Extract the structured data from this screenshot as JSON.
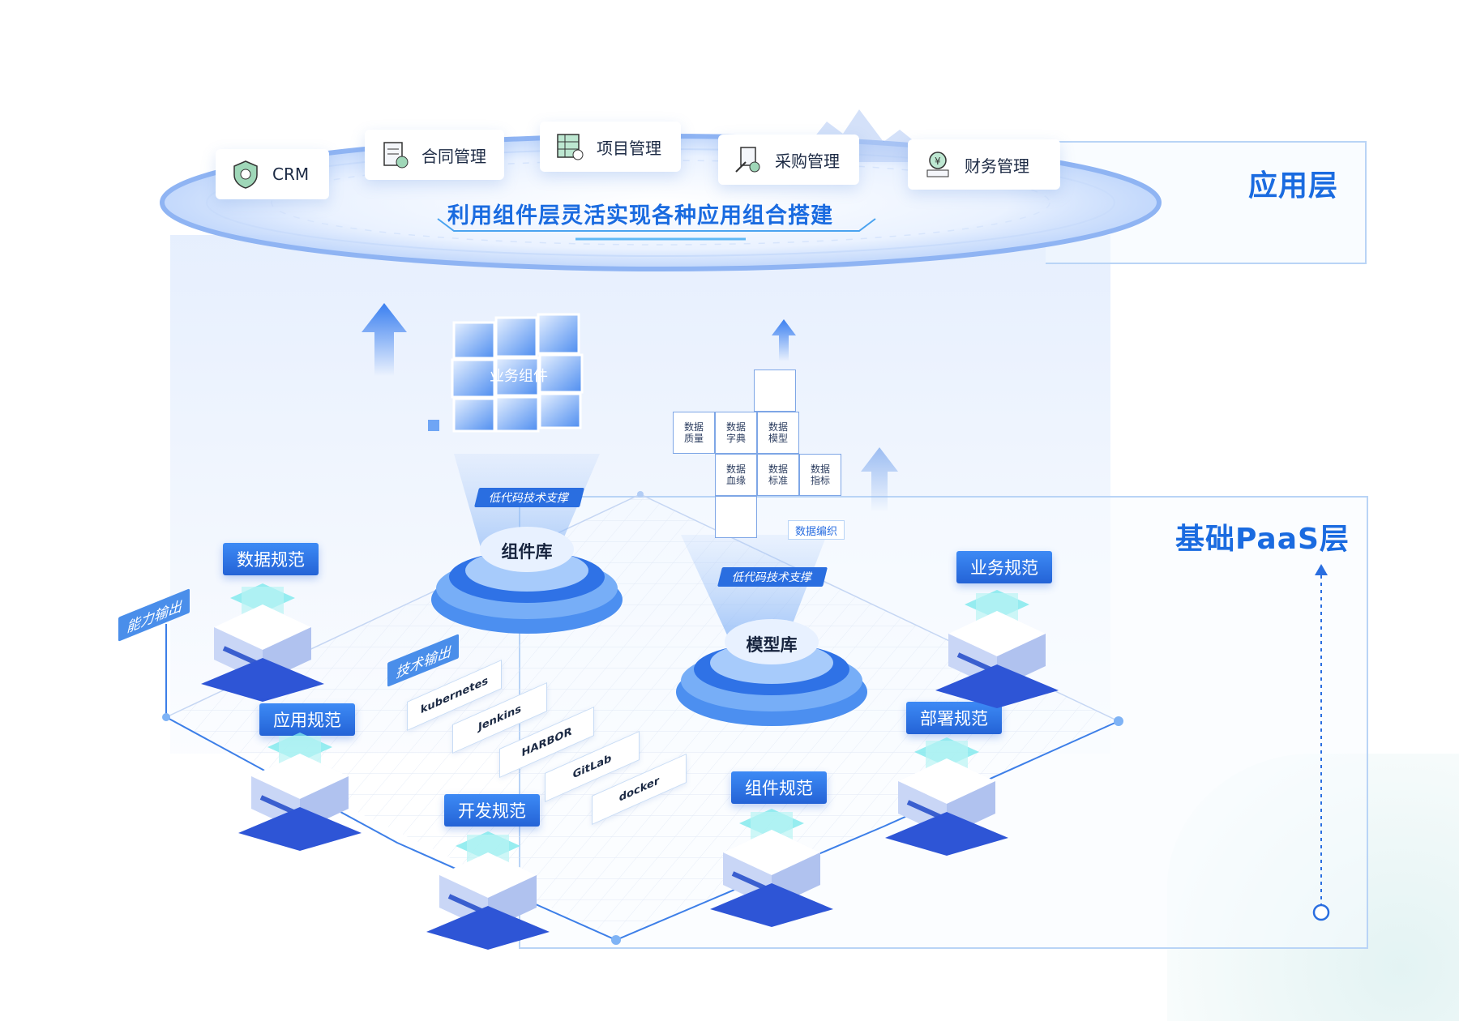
{
  "layers": {
    "app_layer": "应用层",
    "paas_layer": "基础PaaS层"
  },
  "slogan": "利用组件层灵活实现各种应用组合搭建",
  "app_cards": [
    "CRM",
    "合同管理",
    "项目管理",
    "采购管理",
    "财务管理"
  ],
  "business_component": "业务组件",
  "component_library": {
    "label": "组件库",
    "tag": "低代码技术支撑"
  },
  "model_library": {
    "label": "模型库",
    "tag": "低代码技术支撑"
  },
  "data_puzzle": {
    "pieces": [
      "数据质量",
      "数据字典",
      "数据模型",
      "数据血缘",
      "数据标准",
      "数据指标"
    ],
    "tag": "数据编织"
  },
  "specs": {
    "data": "数据规范",
    "app": "应用规范",
    "dev": "开发规范",
    "component": "组件规范",
    "deploy": "部署规范",
    "business": "业务规范"
  },
  "side_tags": {
    "capability": "能力输出",
    "tech": "技术输出"
  },
  "tools": [
    "kubernetes",
    "Jenkins",
    "HARBOR",
    "GitLab",
    "docker"
  ]
}
